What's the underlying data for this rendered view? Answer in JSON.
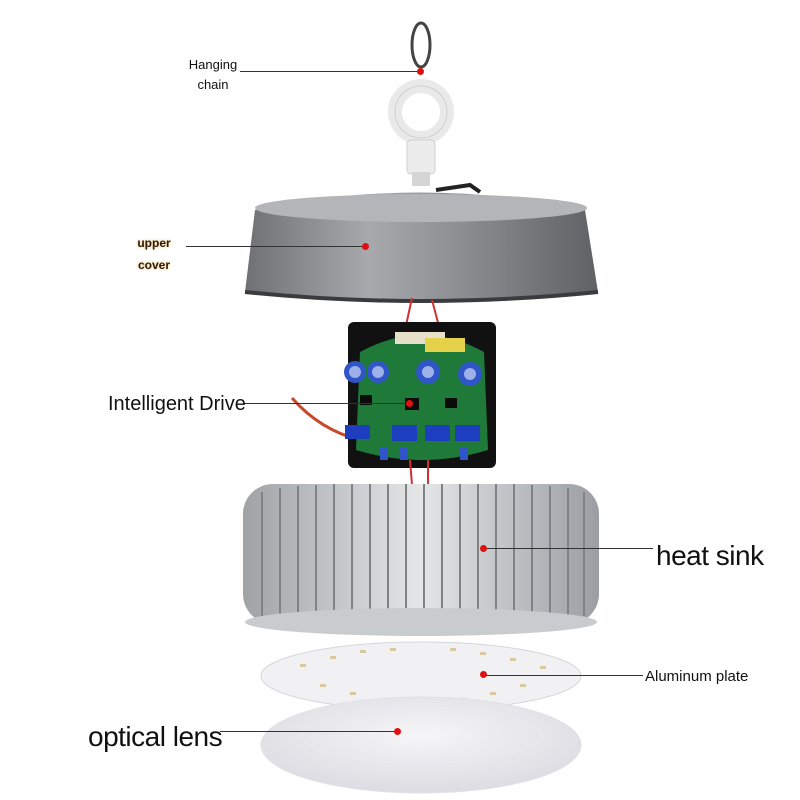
{
  "labels": {
    "hanging_chain_line1": "Hanging",
    "hanging_chain_line2": "chain",
    "upper_cover_line1": "upper",
    "upper_cover_line2": "cover",
    "intelligent_drive": "Intelligent Drive",
    "heat_sink": "heat sink",
    "aluminum_plate": "Aluminum plate",
    "optical_lens": "optical lens"
  },
  "colors": {
    "pointer_dot": "#e01010",
    "leader_line": "#333333",
    "cover_grey": "#8a8c90",
    "pcb_green": "#1f7a3a"
  }
}
